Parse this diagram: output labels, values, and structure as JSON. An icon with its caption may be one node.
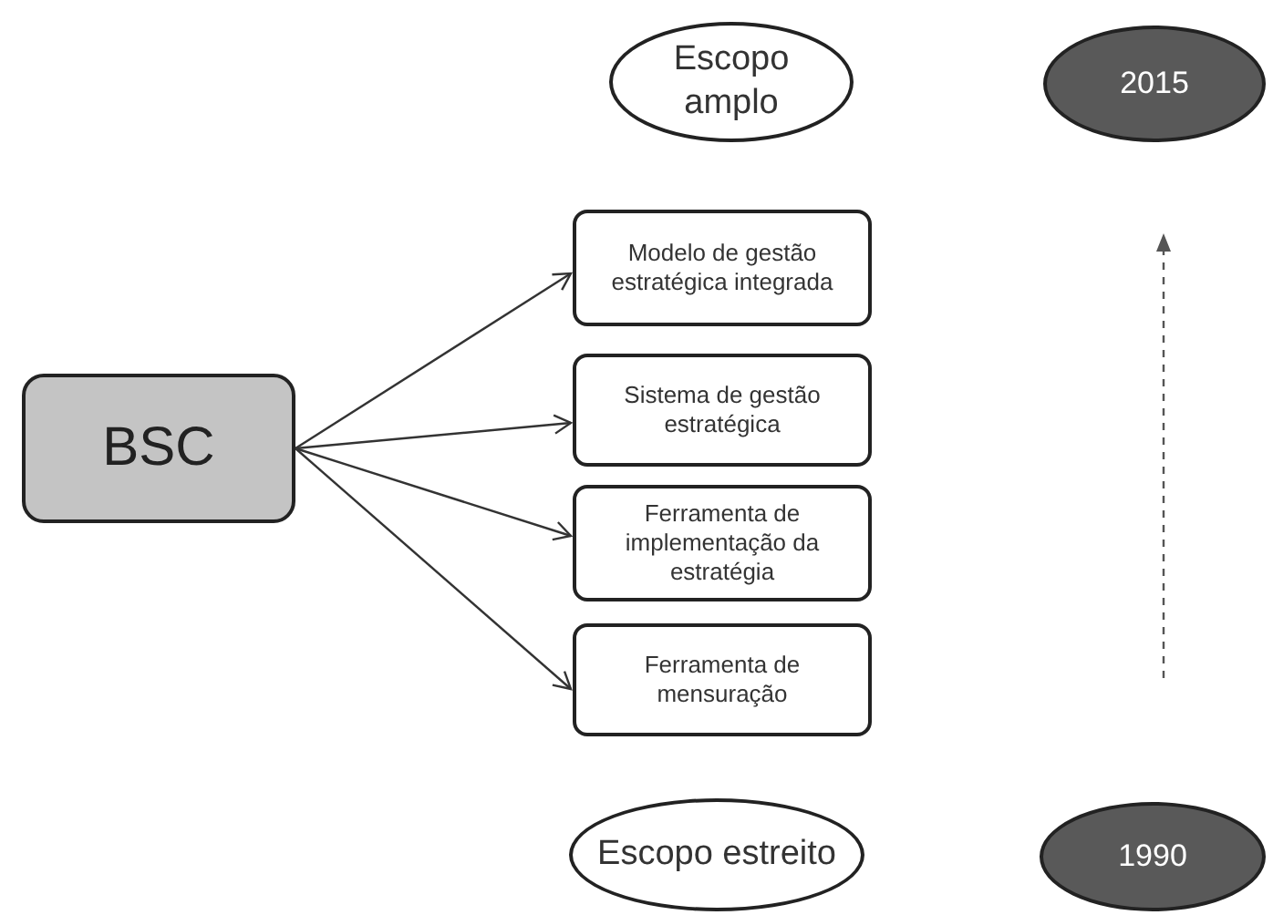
{
  "diagram": {
    "nodes": [
      {
        "text": [
          "Escopo amplo"
        ]
      },
      {
        "text": [
          "2015"
        ]
      },
      {
        "text": [
          "BSC"
        ]
      },
      {
        "text": [
          "Modelo de gestão estratégica integrada"
        ]
      },
      {
        "text": [
          "Sistema de gestão estratégica"
        ]
      },
      {
        "text": [
          "Ferramenta de implementação da estratégia"
        ]
      },
      {
        "text": [
          "Ferramenta de mensuração"
        ]
      },
      {
        "text": [
          "Escopo estreito"
        ]
      },
      {
        "text": [
          "1990"
        ]
      }
    ],
    "edges": [
      {
        "from": 2,
        "to": 3,
        "arrow": "to"
      },
      {
        "from": 2,
        "to": 4,
        "arrow": "to"
      },
      {
        "from": 2,
        "to": 5,
        "arrow": "to"
      },
      {
        "from": 2,
        "to": 6,
        "arrow": "to"
      }
    ]
  }
}
